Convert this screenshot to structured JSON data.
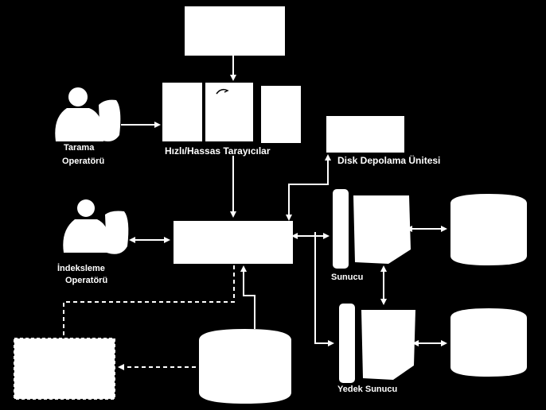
{
  "diagram": {
    "labels": {
      "scan_operator": [
        "Tarama",
        "Operatörü"
      ],
      "index_operator": [
        "İndeksleme",
        "Operatörü"
      ],
      "scanners": "Hızlı/Hassas Tarayıcılar",
      "disk_storage": "Disk Depolama Ünitesi",
      "server": "Sunucu",
      "backup_server": "Yedek Sunucu"
    },
    "colors": {
      "background": "#000000",
      "shapes": "#ffffff"
    }
  }
}
